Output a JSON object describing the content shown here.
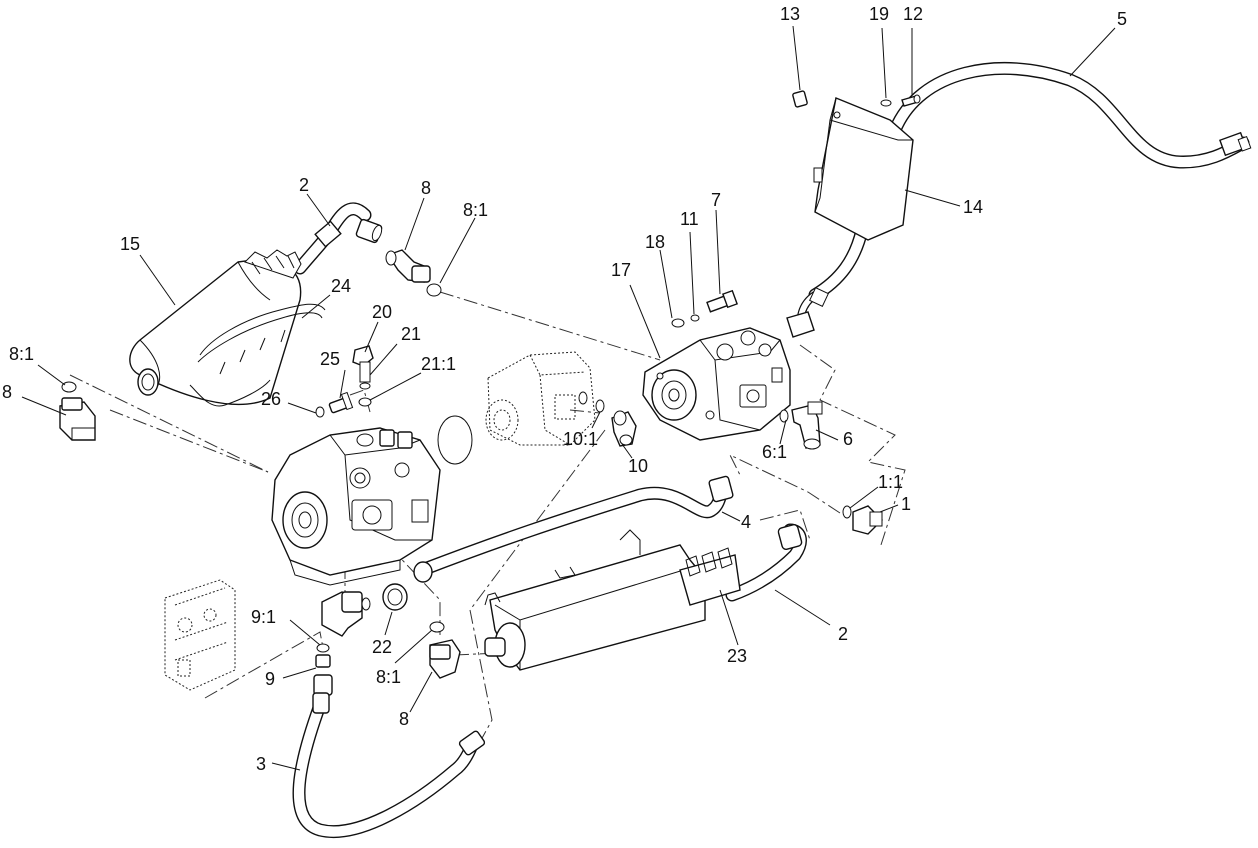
{
  "callouts": [
    {
      "id": "c-13",
      "text": "13"
    },
    {
      "id": "c-19",
      "text": "19"
    },
    {
      "id": "c-12",
      "text": "12"
    },
    {
      "id": "c-5",
      "text": "5"
    },
    {
      "id": "c-14",
      "text": "14"
    },
    {
      "id": "c-2-top",
      "text": "2"
    },
    {
      "id": "c-8-top",
      "text": "8"
    },
    {
      "id": "c-8-1-top",
      "text": "8:1"
    },
    {
      "id": "c-15",
      "text": "15"
    },
    {
      "id": "c-24",
      "text": "24"
    },
    {
      "id": "c-18",
      "text": "18"
    },
    {
      "id": "c-11",
      "text": "11"
    },
    {
      "id": "c-7",
      "text": "7"
    },
    {
      "id": "c-17",
      "text": "17"
    },
    {
      "id": "c-20",
      "text": "20"
    },
    {
      "id": "c-21",
      "text": "21"
    },
    {
      "id": "c-25",
      "text": "25"
    },
    {
      "id": "c-21-1",
      "text": "21:1"
    },
    {
      "id": "c-8-1-left",
      "text": "8:1"
    },
    {
      "id": "c-8-left",
      "text": "8"
    },
    {
      "id": "c-26",
      "text": "26"
    },
    {
      "id": "c-10-1",
      "text": "10:1"
    },
    {
      "id": "c-10",
      "text": "10"
    },
    {
      "id": "c-6-1",
      "text": "6:1"
    },
    {
      "id": "c-6",
      "text": "6"
    },
    {
      "id": "c-1-1",
      "text": "1:1"
    },
    {
      "id": "c-1",
      "text": "1"
    },
    {
      "id": "c-4",
      "text": "4"
    },
    {
      "id": "c-9-1",
      "text": "9:1"
    },
    {
      "id": "c-22",
      "text": "22"
    },
    {
      "id": "c-2-bottom",
      "text": "2"
    },
    {
      "id": "c-23",
      "text": "23"
    },
    {
      "id": "c-9",
      "text": "9"
    },
    {
      "id": "c-8-1-bottom",
      "text": "8:1"
    },
    {
      "id": "c-8-bottom",
      "text": "8"
    },
    {
      "id": "c-3",
      "text": "3"
    }
  ]
}
